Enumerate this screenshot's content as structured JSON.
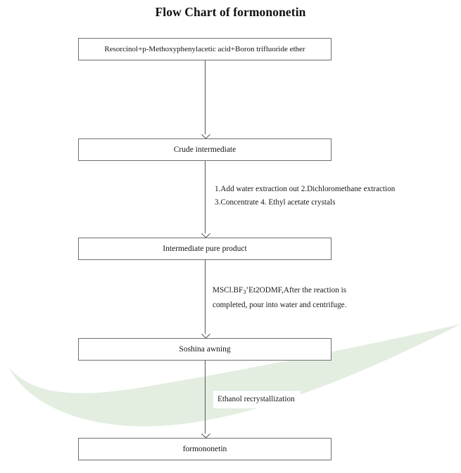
{
  "chart_data": {
    "type": "diagram",
    "diagram_kind": "flowchart",
    "title": "Flow Chart of formononetin",
    "orientation": "top-to-bottom",
    "nodes": [
      {
        "id": "n1",
        "label": "Resorcinol+p-Methoxyphenylacetic acid+Boron trifluoride ether"
      },
      {
        "id": "n2",
        "label": "Crude intermediate"
      },
      {
        "id": "n3",
        "label": "Intermediate pure product"
      },
      {
        "id": "n4",
        "label": "Soshina awning"
      },
      {
        "id": "n5",
        "label": "formononetin"
      }
    ],
    "edges": [
      {
        "from": "n1",
        "to": "n2",
        "label_lines": []
      },
      {
        "from": "n2",
        "to": "n3",
        "label_lines": [
          "1.Add water extraction out 2.Dichloromethane extraction",
          "3.Concentrate 4. Ethyl acetate crystals"
        ]
      },
      {
        "from": "n3",
        "to": "n4",
        "label_lines": [
          "MSCl.BF3'Et2ODMF,After the reaction is",
          "completed, pour into water and centrifuge."
        ]
      },
      {
        "from": "n4",
        "to": "n5",
        "label_lines": [
          "Ethanol recrystallization"
        ]
      }
    ]
  },
  "title": "Flow Chart of formononetin",
  "nodes": {
    "step1": "Resorcinol+p-Methoxyphenylacetic acid+Boron trifluoride ether",
    "step2": "Crude intermediate",
    "step3": "Intermediate pure product",
    "step4": "Soshina awning",
    "step5": "formononetin"
  },
  "annotations": {
    "edge2_line1": "1.Add water extraction out 2.Dichloromethane extraction",
    "edge2_line2": "3.Concentrate 4. Ethyl acetate crystals",
    "edge3_prefix": "MSCl.BF",
    "edge3_subscript": "3",
    "edge3_suffix": "’Et2ODMF,After the reaction is",
    "edge3_line2": "completed, pour into water and centrifuge.",
    "edge4_line1": "Ethanol recrystallization"
  },
  "colors": {
    "box_border": "#6f6f6f",
    "connector": "#555555",
    "text": "#151515",
    "background": "#ffffff",
    "decor_green": "#e3eee1"
  }
}
